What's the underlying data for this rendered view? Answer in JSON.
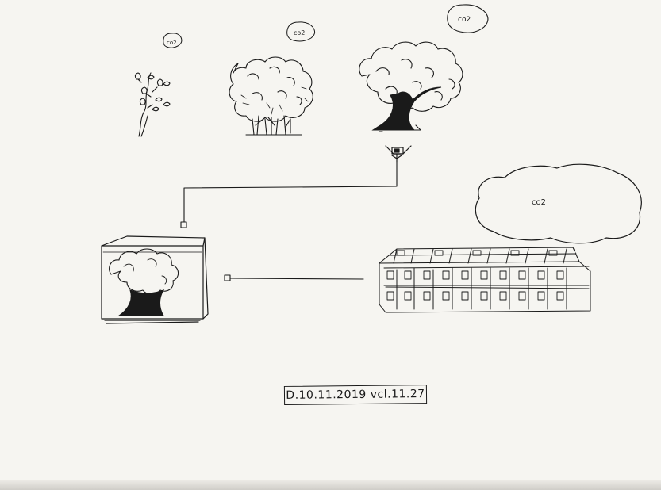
{
  "labels": {
    "co2_small": "co2",
    "co2_medium": "co2",
    "co2_large": "co2",
    "co2_cloud": "co2"
  },
  "stamp": {
    "text": "D.10.11.2019 vcl.11.27"
  },
  "colors": {
    "paper": "#f6f5f1",
    "ink": "#1a1a1a"
  }
}
